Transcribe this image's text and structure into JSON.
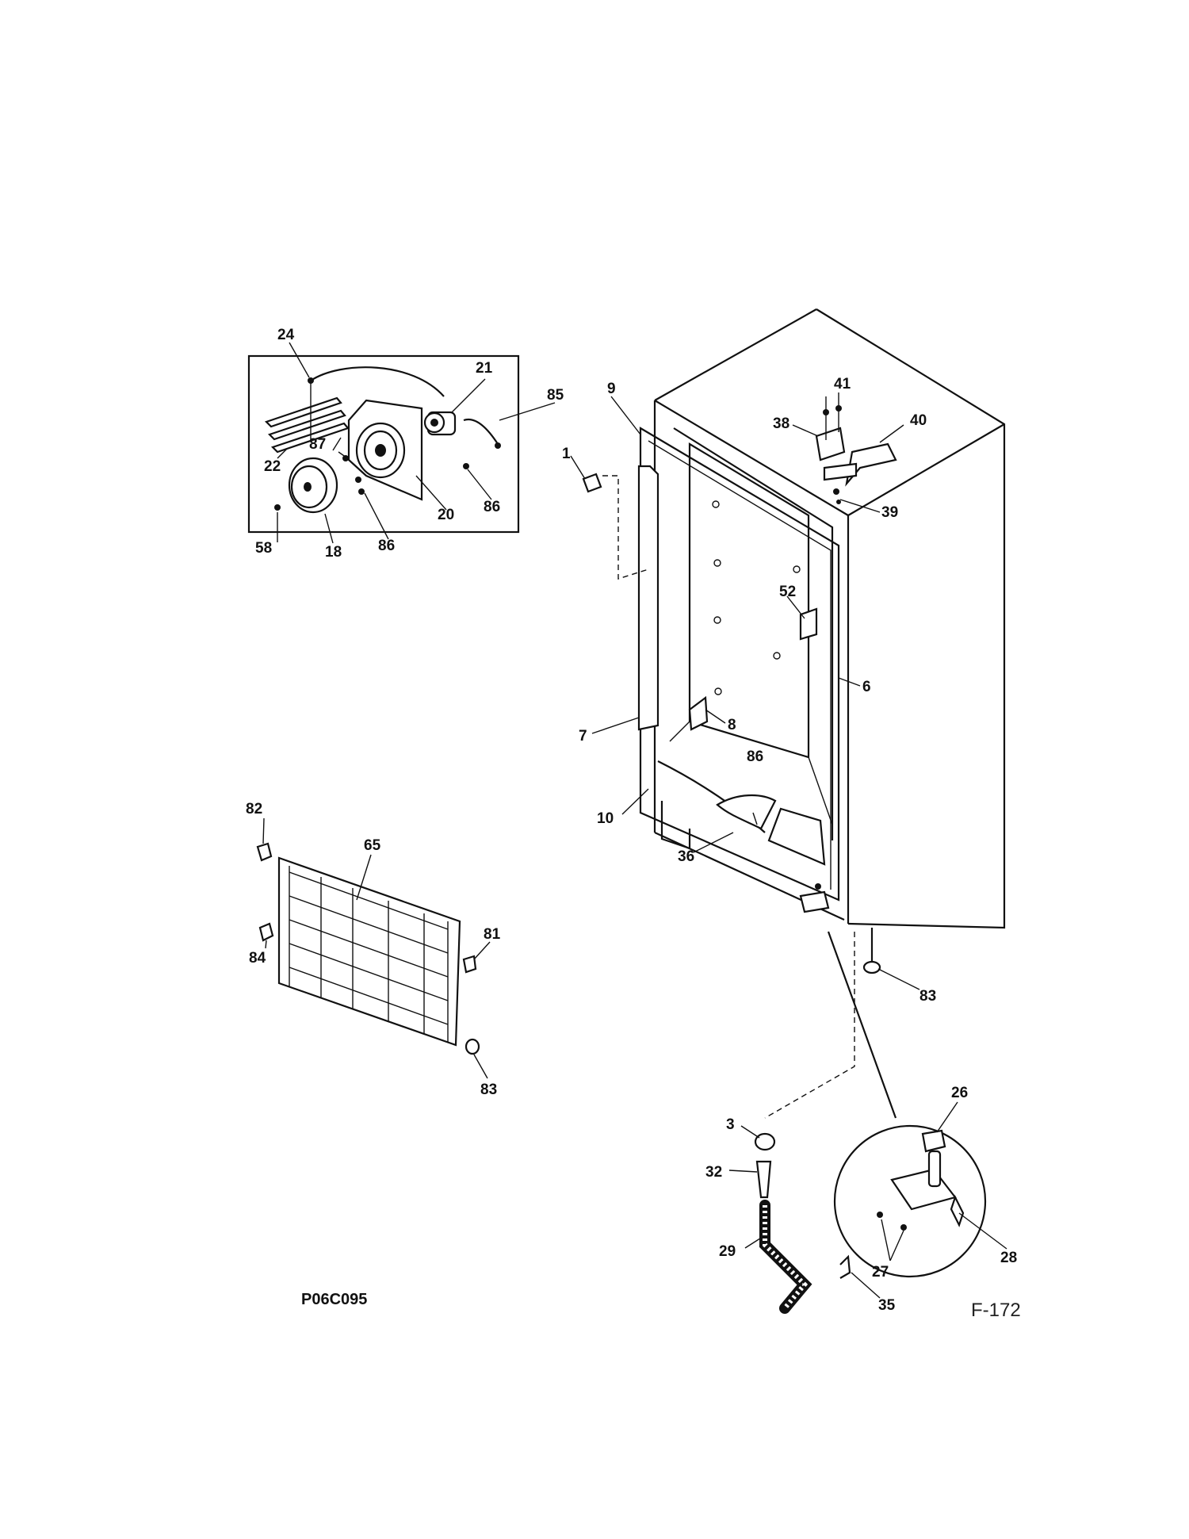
{
  "diagram": {
    "type": "exploded-parts-diagram",
    "drawing_code": "P06C095",
    "page_code": "F-172",
    "callouts": {
      "c1": "1",
      "c3": "3",
      "c6": "6",
      "c7": "7",
      "c8": "8",
      "c9": "9",
      "c10": "10",
      "c18": "18",
      "c20": "20",
      "c21": "21",
      "c22": "22",
      "c24": "24",
      "c26": "26",
      "c27": "27",
      "c28": "28",
      "c29": "29",
      "c32": "32",
      "c35": "35",
      "c36": "36",
      "c38": "38",
      "c39": "39",
      "c40": "40",
      "c41": "41",
      "c52": "52",
      "c58": "58",
      "c65": "65",
      "c81": "81",
      "c82": "82",
      "c83a": "83",
      "c83b": "83",
      "c84": "84",
      "c85": "85",
      "c86a": "86",
      "c86b": "86",
      "c86c": "86",
      "c87": "87"
    }
  }
}
